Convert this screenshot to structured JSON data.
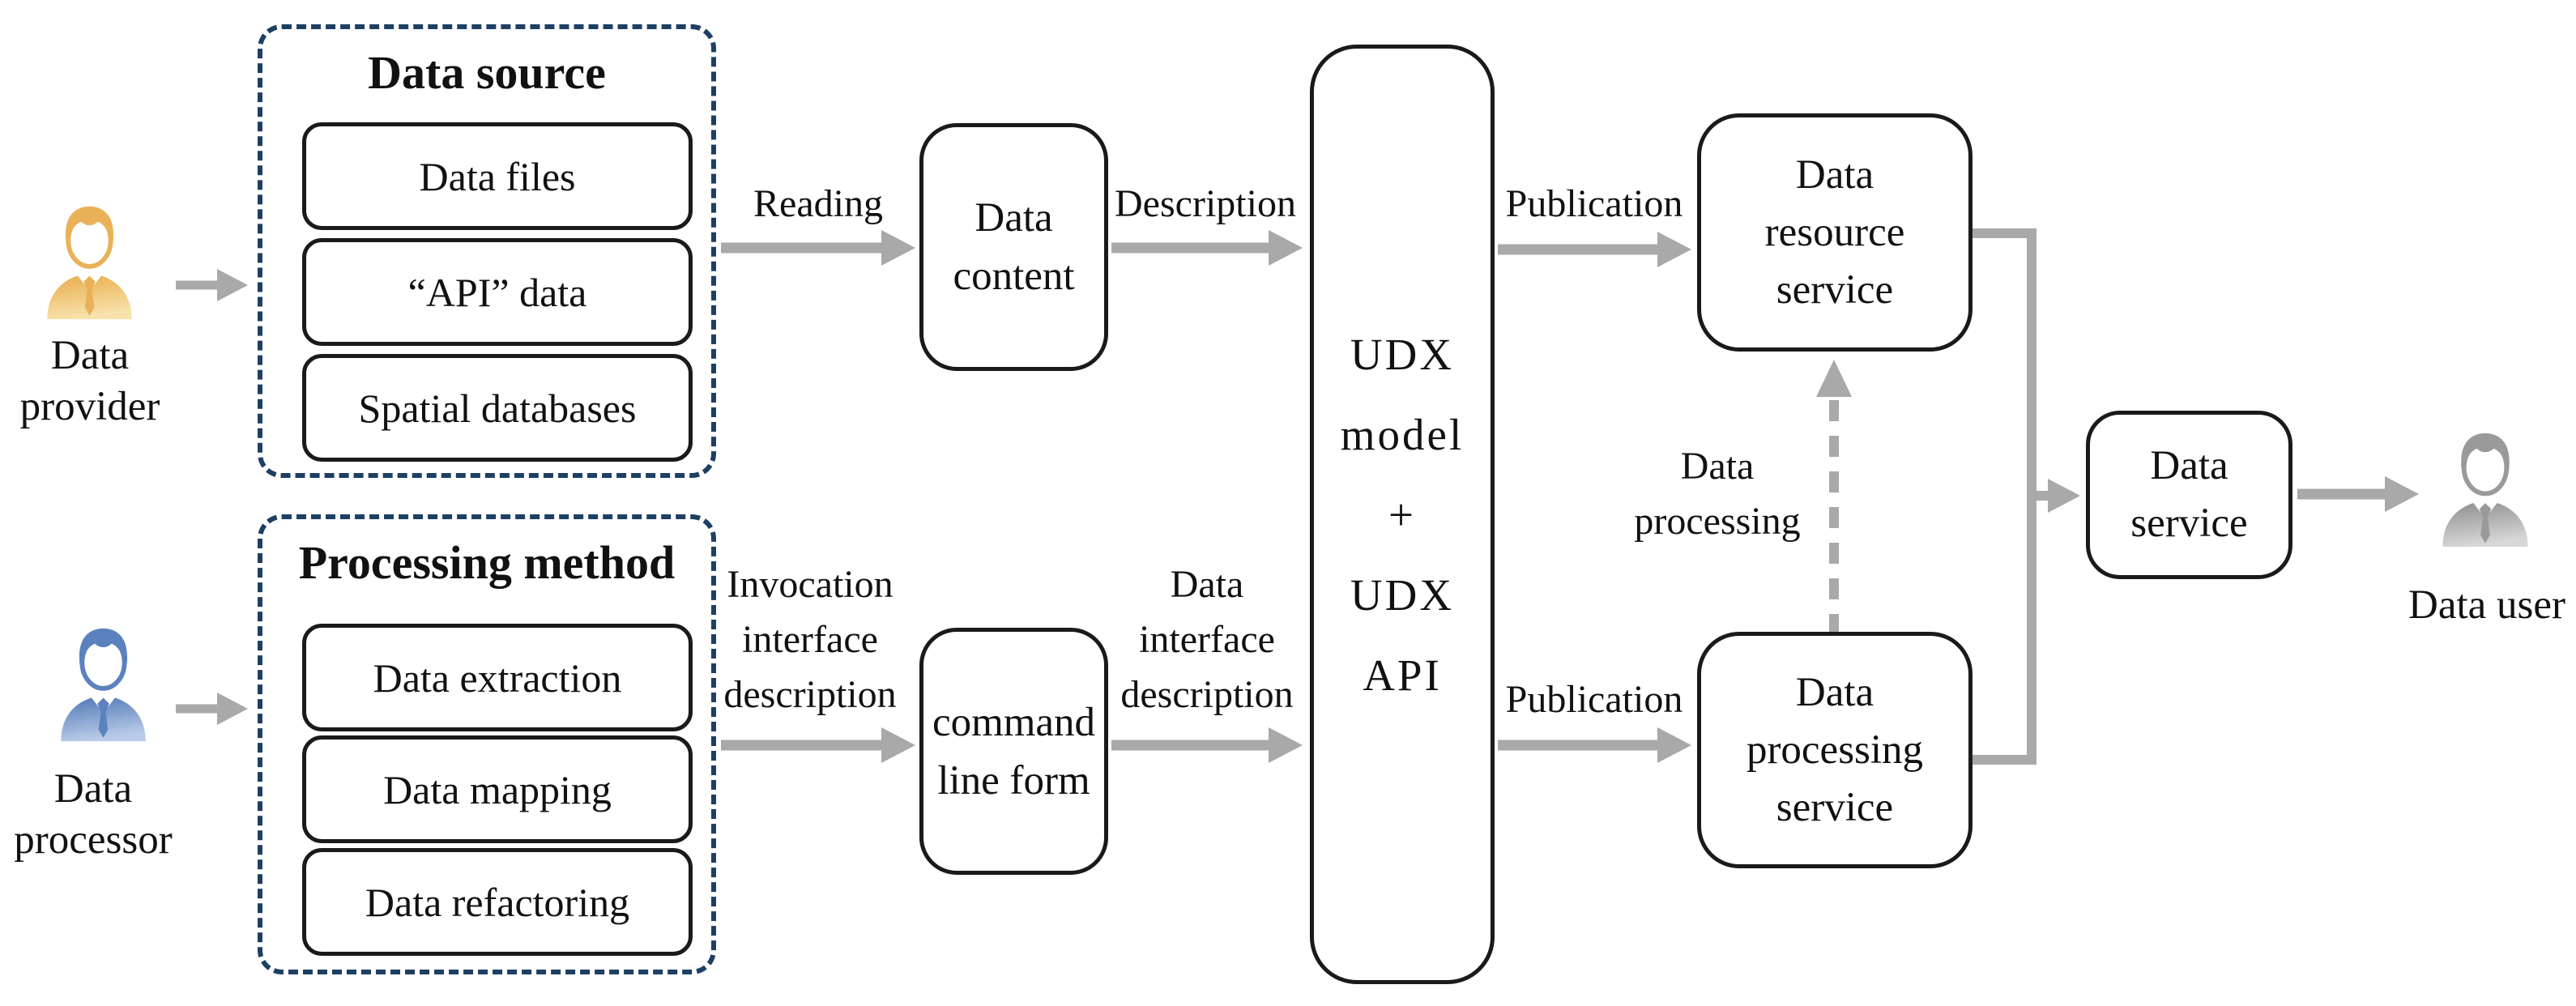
{
  "actors": {
    "provider": {
      "line1": "Data",
      "line2": "provider"
    },
    "processor": {
      "line1": "Data",
      "line2": "processor"
    },
    "user": {
      "label": "Data user"
    }
  },
  "data_source": {
    "title": "Data source",
    "items": [
      {
        "label": "Data files"
      },
      {
        "label": "“API” data"
      },
      {
        "label": "Spatial databases"
      }
    ]
  },
  "processing_method": {
    "title": "Processing method",
    "items": [
      {
        "label": "Data extraction"
      },
      {
        "label": "Data mapping"
      },
      {
        "label": "Data refactoring"
      }
    ]
  },
  "nodes": {
    "data_content": {
      "line1": "Data",
      "line2": "content"
    },
    "command_line_form": {
      "line1": "command",
      "line2": "line form"
    },
    "udx": {
      "line1": "UDX",
      "line2": "model",
      "line3": "+",
      "line4": "UDX",
      "line5": "API"
    },
    "data_resource_service": {
      "line1": "Data",
      "line2": "resource",
      "line3": "service"
    },
    "data_processing_service": {
      "line1": "Data",
      "line2": "processing",
      "line3": "service"
    },
    "data_service": {
      "line1": "Data",
      "line2": "service"
    }
  },
  "edge_labels": {
    "reading": "Reading",
    "description": "Description",
    "publication_top": "Publication",
    "publication_bottom": "Publication",
    "invocation": {
      "line1": "Invocation",
      "line2": "interface",
      "line3": "description"
    },
    "data_interface": {
      "line1": "Data",
      "line2": "interface",
      "line3": "description"
    },
    "data_processing": {
      "line1": "Data",
      "line2": "processing"
    }
  },
  "colors": {
    "arrow_gray": "#a9a9a9",
    "group_border_blue": "#1e3f63",
    "box_border": "#1a1a1a",
    "text": "#111111",
    "provider_gold": "#e9b258",
    "processor_blue": "#5b82be",
    "user_gray": "#9a9a9a"
  }
}
